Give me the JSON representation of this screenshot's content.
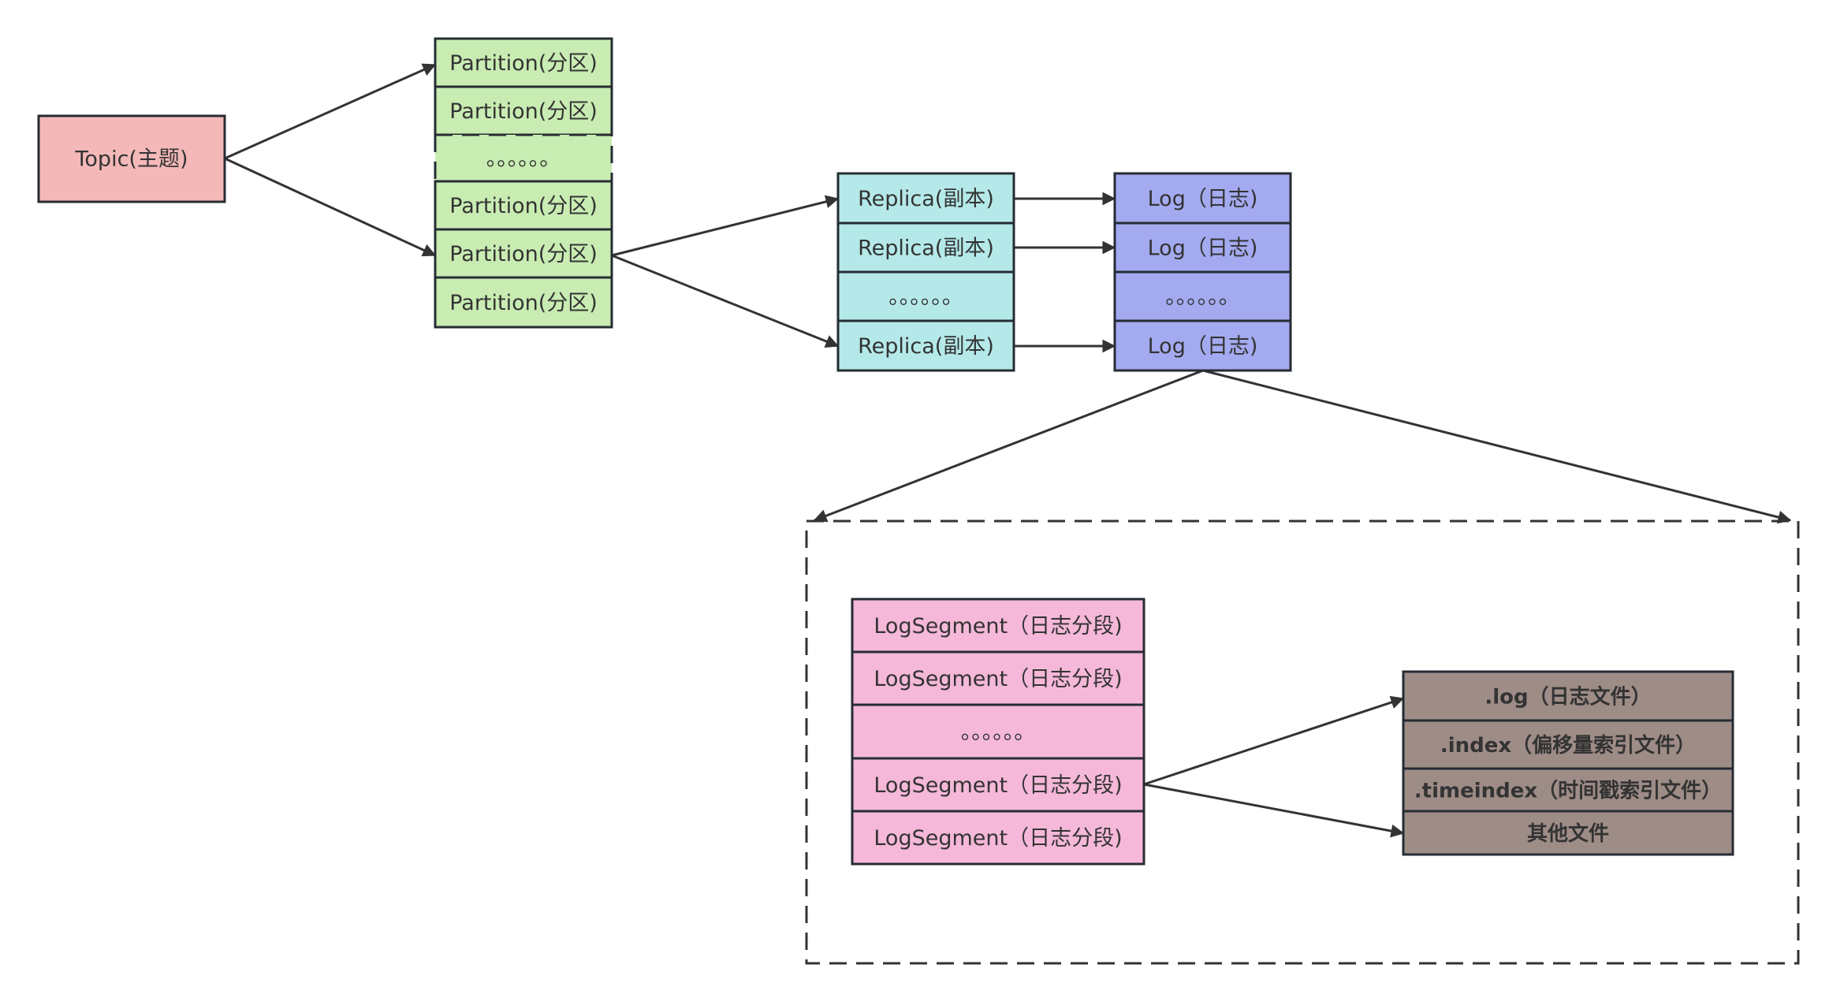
{
  "topic": {
    "label": "Topic(主题)",
    "color": "#f4b8b8"
  },
  "partitions": {
    "color": "#c8ecb2",
    "rows": [
      {
        "label": "Partition(分区)",
        "kind": "item"
      },
      {
        "label": "Partition(分区)",
        "kind": "item"
      },
      {
        "label": "。。。。。。",
        "kind": "ellipsis"
      },
      {
        "label": "Partition(分区)",
        "kind": "item"
      },
      {
        "label": "Partition(分区)",
        "kind": "item"
      },
      {
        "label": "Partition(分区)",
        "kind": "item"
      }
    ]
  },
  "replicas": {
    "color": "#b5e9e9",
    "rows": [
      {
        "label": "Replica(副本)"
      },
      {
        "label": "Replica(副本)"
      },
      {
        "label": "。。。。。。"
      },
      {
        "label": "Replica(副本)"
      }
    ]
  },
  "logs": {
    "color": "#a3aaf0",
    "rows": [
      {
        "label": "Log（日志)"
      },
      {
        "label": "Log（日志)"
      },
      {
        "label": "。。。。。。"
      },
      {
        "label": "Log（日志)"
      }
    ]
  },
  "log_segments": {
    "color": "#f5b8d9",
    "rows": [
      {
        "label": "LogSegment（日志分段)"
      },
      {
        "label": "LogSegment（日志分段)"
      },
      {
        "label": "。。。。。。"
      },
      {
        "label": "LogSegment（日志分段)"
      },
      {
        "label": "LogSegment（日志分段)"
      }
    ]
  },
  "files": {
    "color": "#9e8c87",
    "rows": [
      {
        "label": ".log（日志文件）"
      },
      {
        "label": ".index（偏移量索引文件）"
      },
      {
        "label": ".timeindex（时间戳索引文件）"
      },
      {
        "label": "其他文件"
      }
    ]
  },
  "edges": [
    {
      "from": "topic",
      "to": "partitions.0"
    },
    {
      "from": "topic",
      "to": "partitions.4"
    },
    {
      "from": "partitions.4",
      "to": "replicas.0"
    },
    {
      "from": "partitions.4",
      "to": "replicas.3"
    },
    {
      "from": "replicas.0",
      "to": "logs.0"
    },
    {
      "from": "replicas.1",
      "to": "logs.1"
    },
    {
      "from": "replicas.3",
      "to": "logs.3"
    },
    {
      "from": "logs",
      "to": "log-segment-container"
    },
    {
      "from": "log_segments.3",
      "to": "files.0"
    },
    {
      "from": "log_segments.3",
      "to": "files.3"
    }
  ]
}
